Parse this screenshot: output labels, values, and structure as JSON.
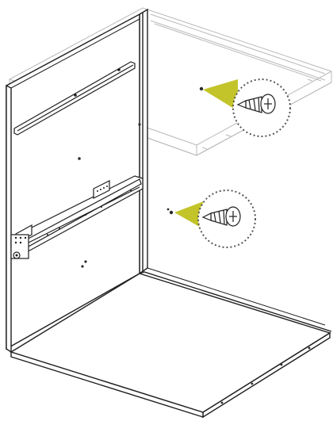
{
  "diagram": {
    "kind": "assembly-instruction",
    "parts": [
      {
        "id": "cabinet-left-side-panel"
      },
      {
        "id": "cabinet-top-panel"
      },
      {
        "id": "cabinet-bottom-panel"
      },
      {
        "id": "cabinet-back-edge-panel"
      },
      {
        "id": "upper-drawer-rail"
      },
      {
        "id": "lower-drawer-slide"
      },
      {
        "id": "screw-zoom-upper"
      },
      {
        "id": "screw-zoom-lower"
      }
    ],
    "colors": {
      "line": "#2b2b2b",
      "light_line": "#b9b9b9",
      "panel_edge": "#1f1f1f",
      "highlight": "#c3c42a",
      "callout_dots": "#555555",
      "background": "#ffffff"
    },
    "icons": {
      "screw": "screw-icon",
      "magnifier": "zoom-callout-icon"
    }
  }
}
